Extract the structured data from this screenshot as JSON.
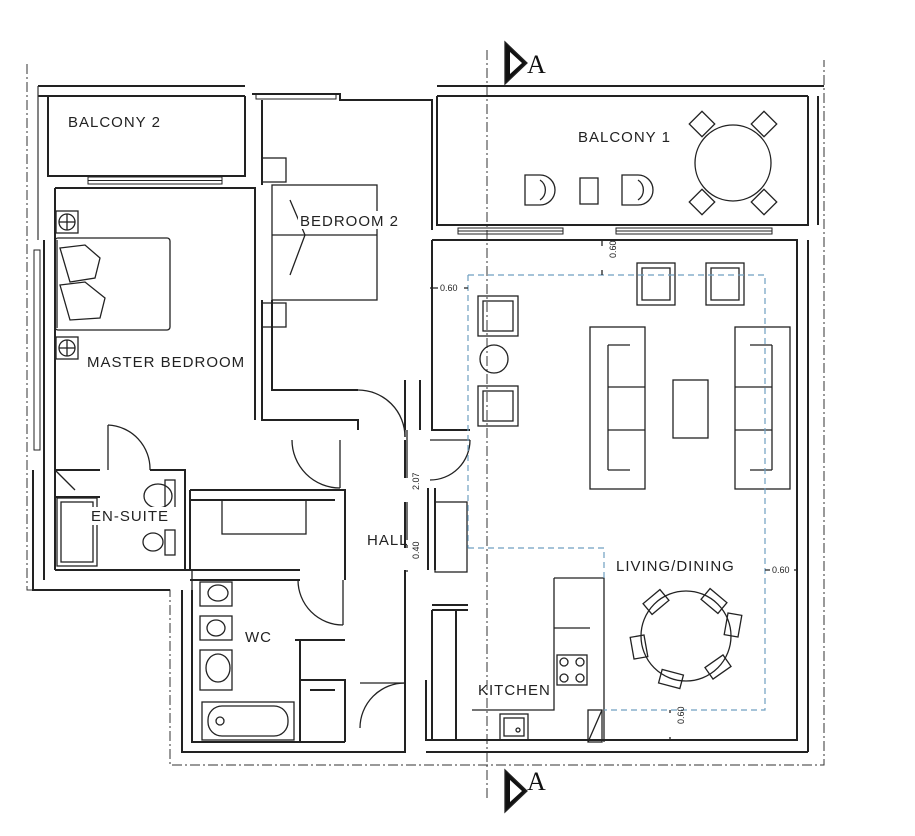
{
  "rooms": {
    "balcony_2": "BALCONY  2",
    "balcony_1": "BALCONY  1",
    "bedroom_2": "BEDROOM  2",
    "master_bedroom": "MASTER  BEDROOM",
    "en_suite": "EN-SUITE",
    "hall": "HALL",
    "wc": "WC",
    "living_dining": "LIVING/DINING",
    "kitchen": "KITCHEN"
  },
  "dimensions": {
    "living_left_offset": "0.60",
    "living_top_offset": "0.60",
    "living_right_offset": "0.60",
    "living_bottom_offset": "0.60",
    "hall_width": "2.07",
    "hall_small": "0.40"
  },
  "section_marks": {
    "top": "A",
    "bottom": "A"
  },
  "colors": {
    "line": "#222222",
    "zone_dash": "#6f9fc0",
    "background": "#ffffff"
  }
}
